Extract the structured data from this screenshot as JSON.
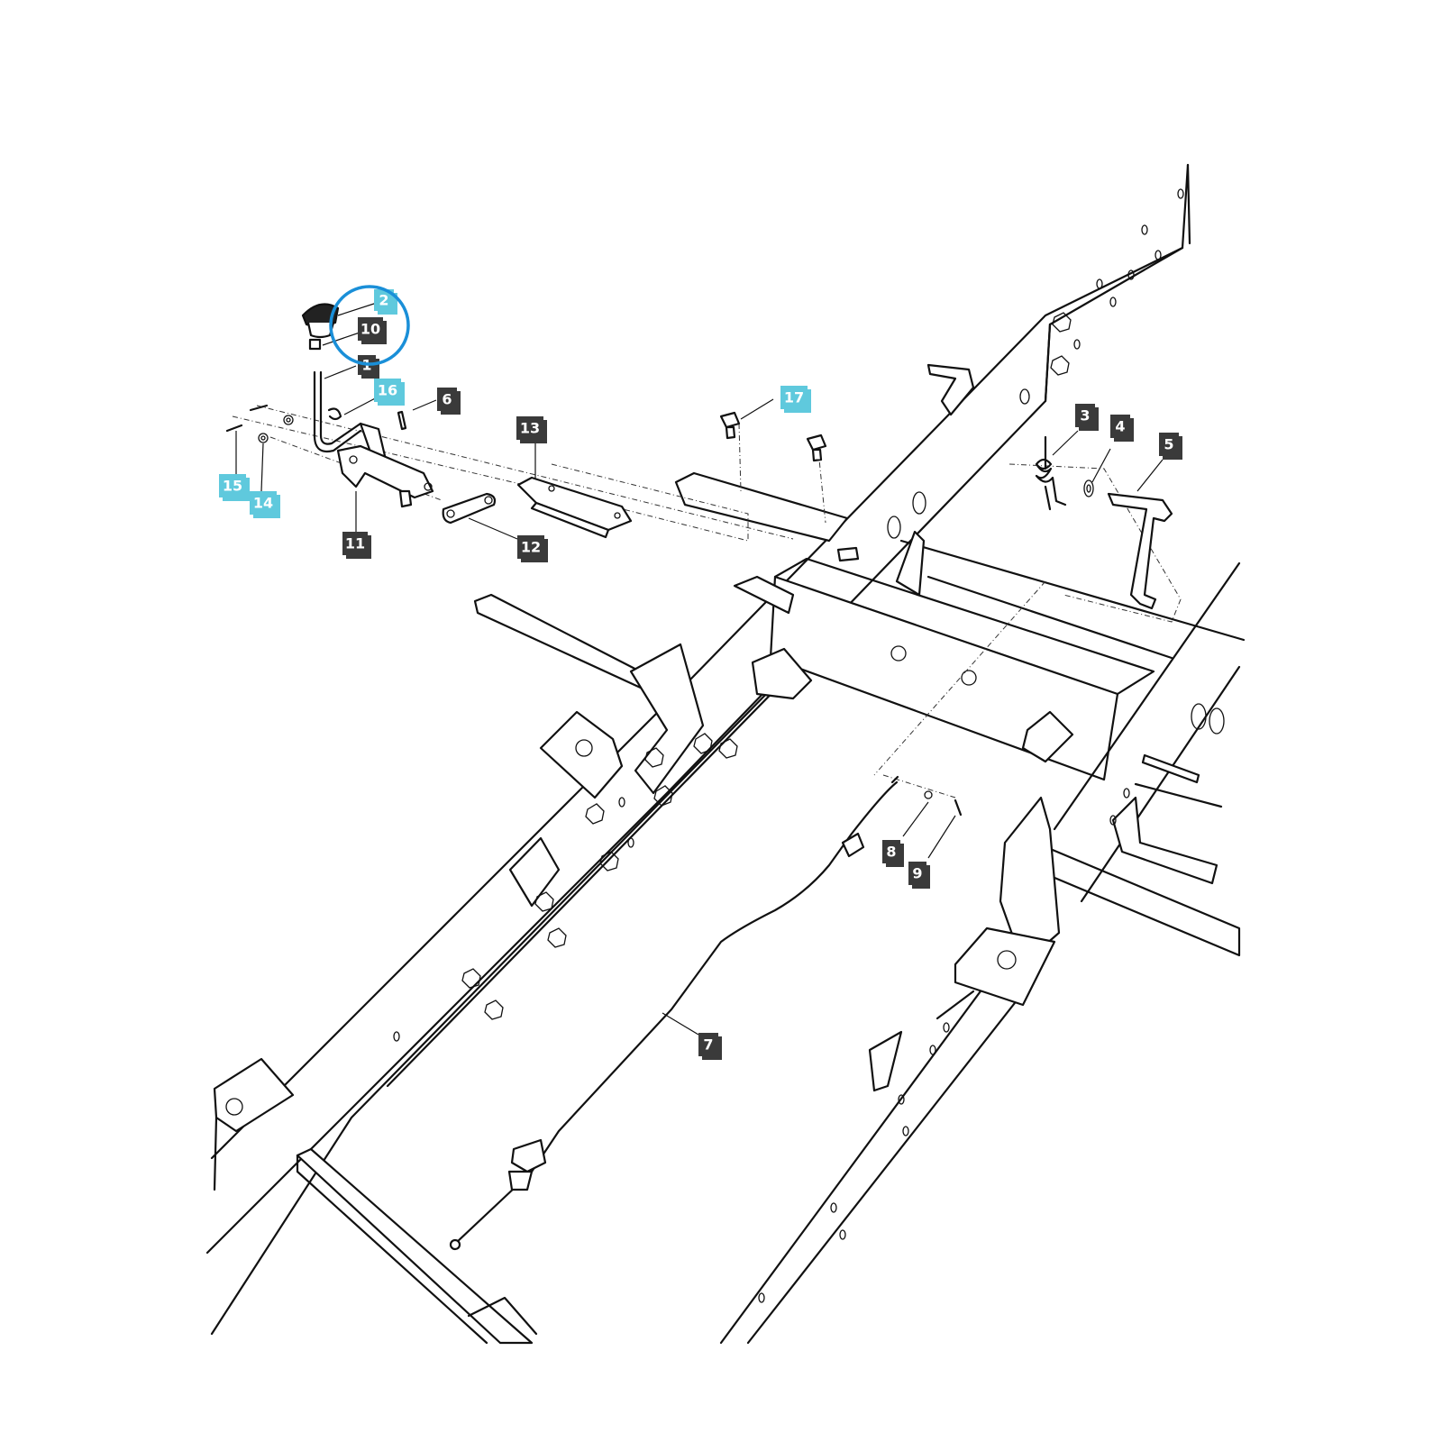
{
  "parts": [
    {
      "id": "part-1",
      "label": "1",
      "style": "dark"
    },
    {
      "id": "part-2",
      "label": "2",
      "style": "cyan"
    },
    {
      "id": "part-3",
      "label": "3",
      "style": "dark"
    },
    {
      "id": "part-4",
      "label": "4",
      "style": "dark"
    },
    {
      "id": "part-5",
      "label": "5",
      "style": "dark"
    },
    {
      "id": "part-6",
      "label": "6",
      "style": "dark"
    },
    {
      "id": "part-7",
      "label": "7",
      "style": "dark"
    },
    {
      "id": "part-8",
      "label": "8",
      "style": "dark"
    },
    {
      "id": "part-9",
      "label": "9",
      "style": "dark"
    },
    {
      "id": "part-10",
      "label": "10",
      "style": "dark"
    },
    {
      "id": "part-11",
      "label": "11",
      "style": "dark"
    },
    {
      "id": "part-12",
      "label": "12",
      "style": "dark"
    },
    {
      "id": "part-13",
      "label": "13",
      "style": "dark"
    },
    {
      "id": "part-14",
      "label": "14",
      "style": "cyan"
    },
    {
      "id": "part-15",
      "label": "15",
      "style": "cyan"
    },
    {
      "id": "part-16",
      "label": "16",
      "style": "cyan"
    },
    {
      "id": "part-17",
      "label": "17",
      "style": "cyan"
    }
  ],
  "highlighted_parts": [
    "2",
    "10"
  ],
  "colors": {
    "callout_dark": "#3a3a3a",
    "callout_cyan": "#5fc9dd",
    "callout_text": "#ffffff",
    "highlight_ring": "#1a8fd8",
    "line_art": "#111111",
    "background": "#ffffff"
  }
}
